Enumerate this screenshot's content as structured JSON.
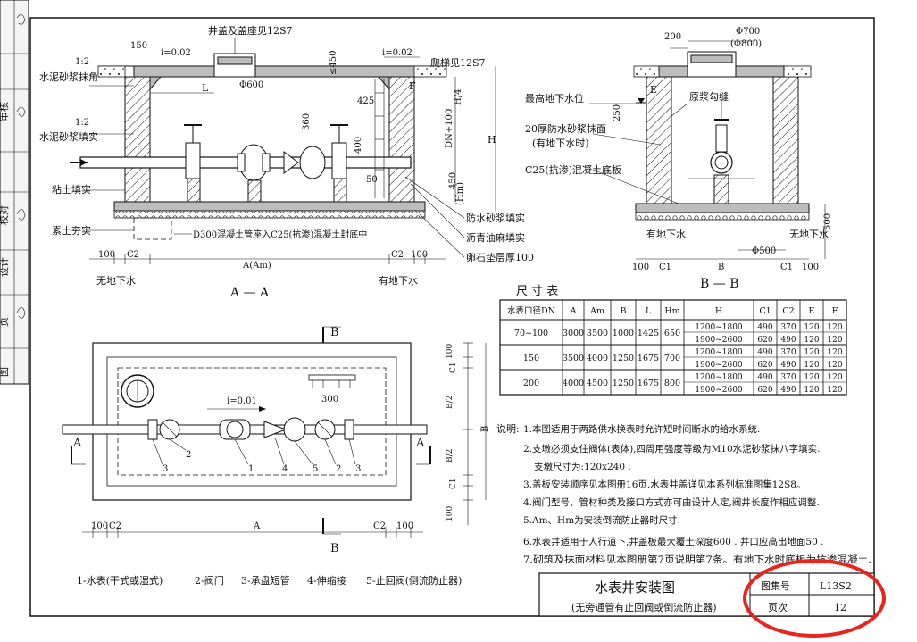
{
  "sidebar": {
    "cells": [
      "审核",
      "校对",
      "设计",
      "页",
      "图"
    ]
  },
  "section_aa": {
    "title": "A — A",
    "labels": {
      "cover": "井盖及盖座见12S7",
      "slope_left": "i=0.02",
      "slope_right": "i=0.02",
      "ladder": "爬梯见12S7",
      "mortar_corner_ratio": "1:2",
      "mortar_corner": "水泥砂浆抹角",
      "mortar_fill_ratio": "1:2",
      "mortar_fill": "水泥砂浆填实",
      "clay_fill": "粘土填实",
      "plain_soil": "素土夯实",
      "pipe_seat": "D300混凝土管座入C25(抗渗)混凝土封底中",
      "waterproof_mortar": "防水砂浆填实",
      "asphalt": "沥青油麻填实",
      "gravel": "卵石垫层厚100",
      "no_groundwater": "无地下水",
      "has_groundwater": "有地下水"
    },
    "dims": {
      "d150": "150",
      "d450": "≤450",
      "L": "L",
      "d600": "Φ600",
      "d425": "425",
      "F": "F",
      "H4": "H/4",
      "H": "H",
      "d360": "360",
      "d400": "400",
      "dn100": "DN+100",
      "d50": "50",
      "d450b": "450",
      "Hm": "(Hm)",
      "d100a": "100",
      "C2a": "C2",
      "Am": "A(Am)",
      "C2b": "C2",
      "d100b": "100"
    }
  },
  "section_bb": {
    "title": "B — B",
    "labels": {
      "phi700": "Φ700",
      "phi800": "(Φ800)",
      "d200": "200",
      "max_gw": "最高地下水位",
      "joint": "原浆勾缝",
      "waterproof_face": "20厚防水砂浆抹面",
      "waterproof_face_note": "(有地下水时)",
      "base_slab": "C25(抗渗)混凝土底板",
      "has_groundwater": "有地下水",
      "no_groundwater": "无地下水",
      "E": "E",
      "d250": "250",
      "d500": "500",
      "d500b": "Φ500",
      "d100a": "100",
      "C1a": "C1",
      "B": "B",
      "C1b": "C1",
      "d100b": "100"
    }
  },
  "plan": {
    "section_b_top": "B",
    "section_b_bottom": "B",
    "section_a_left": "A",
    "section_a_right": "A",
    "slope": "i=0.01",
    "d300": "300",
    "dims_right": [
      "100",
      "C1",
      "B/2",
      "B/2",
      "C1",
      "100"
    ],
    "dim_B": "B",
    "dims_bottom": [
      "100",
      "C2",
      "A",
      "C2",
      "100"
    ],
    "markers": [
      "3",
      "2",
      "1",
      "4",
      "5",
      "2",
      "3"
    ]
  },
  "legend": [
    "1-水表(干式或湿式)",
    "2-阀门",
    "3-承盘短管",
    "4-伸缩接",
    "5-止回阀(倒流防止器)"
  ],
  "table": {
    "title": "尺 寸 表",
    "headers": [
      "水表口径DN",
      "A",
      "Am",
      "B",
      "L",
      "Hm",
      "H",
      "C1",
      "C2",
      "E",
      "F"
    ],
    "rows": [
      {
        "dn": "70~100",
        "A": "3000",
        "Am": "3500",
        "B": "1000",
        "L": "1425",
        "Hm": "650",
        "sub": [
          [
            "1200~1800",
            "490",
            "370",
            "120",
            "120"
          ],
          [
            "1900~2600",
            "620",
            "490",
            "120",
            "120"
          ]
        ]
      },
      {
        "dn": "150",
        "A": "3500",
        "Am": "4000",
        "B": "1250",
        "L": "1675",
        "Hm": "700",
        "sub": [
          [
            "1200~1800",
            "490",
            "370",
            "120",
            "120"
          ],
          [
            "1900~2600",
            "620",
            "490",
            "120",
            "120"
          ]
        ]
      },
      {
        "dn": "200",
        "A": "4000",
        "Am": "4500",
        "B": "1250",
        "L": "1675",
        "Hm": "800",
        "sub": [
          [
            "1200~1800",
            "490",
            "370",
            "120",
            "120"
          ],
          [
            "1900~2600",
            "620",
            "490",
            "120",
            "120"
          ]
        ]
      }
    ]
  },
  "notes": {
    "lead": "说明:",
    "items": [
      "1.本图适用于两路供水换表时允许短时间断水的给水系统.",
      "2.支墩必须支住阀体(表体),四周用强度等级为M10水泥砂浆抹八字填实.",
      "支墩尺寸为:120x240 .",
      "3.盖板安装顺序见本图册16页.水表井盖详见本系列标准图集12S8。",
      "4.阀门型号、管材种类及接口方式亦可由设计人定,阀井长度作相应调整.",
      "5.Am、Hm为安装倒流防止器时尺寸.",
      "6.水表井适用于人行道下,井盖板最大覆土深度600 . 井口应高出地面50 .",
      "7.砌筑及抹面材料见本图册第7页说明第7条。有地下水时底板为抗渗混凝土."
    ]
  },
  "title_block": {
    "title": "水表井安装图",
    "subtitle": "(无旁通管有止回阀或倒流防止器)",
    "atlas_label": "图集号",
    "atlas_value": "L13S2",
    "page_label": "页次",
    "page_value": "12",
    "highlight_color": "#e8241c"
  }
}
